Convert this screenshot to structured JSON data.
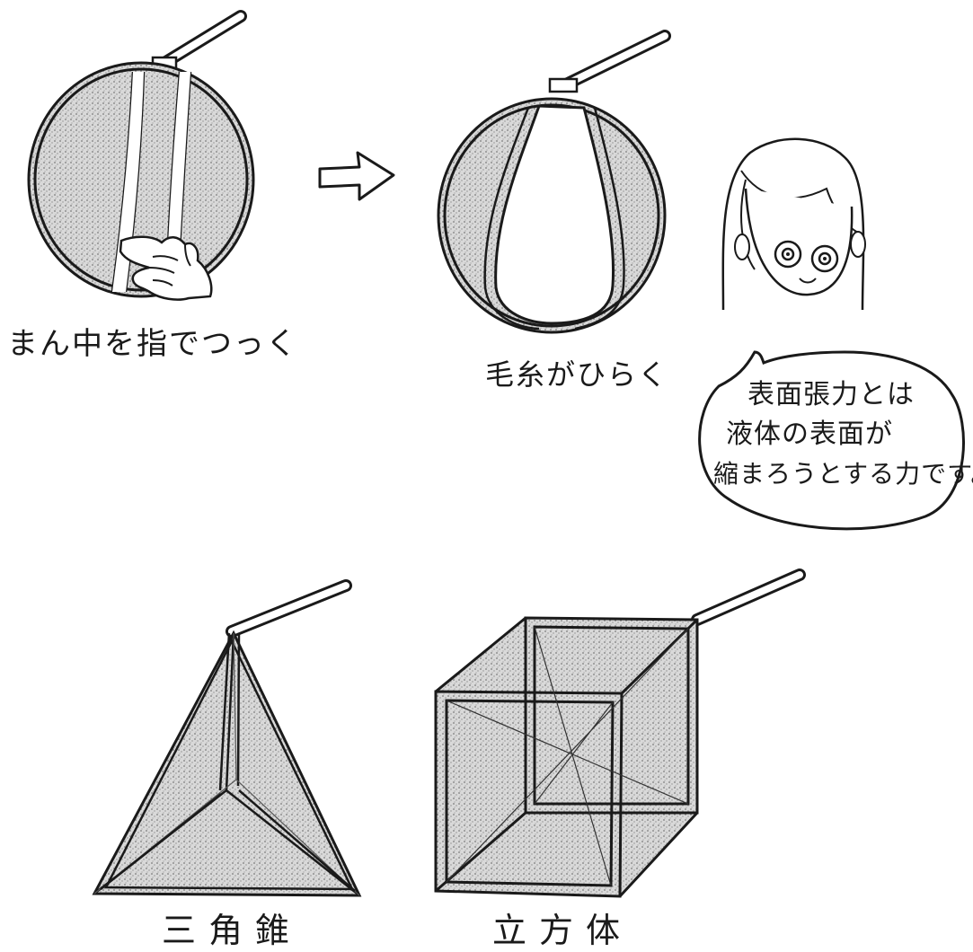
{
  "captions": {
    "poke": "まん中を指でつっく",
    "open": "毛糸がひらく",
    "tetra": "三角錐",
    "cube": "立方体"
  },
  "speech": {
    "line1": "表面張力とは",
    "line2": "液体の表面が",
    "line3": "縮まろうとする力です。"
  },
  "colors": {
    "ink": "#1a1a1a",
    "film": "#8a8a8a",
    "paper": "#ffffff"
  }
}
